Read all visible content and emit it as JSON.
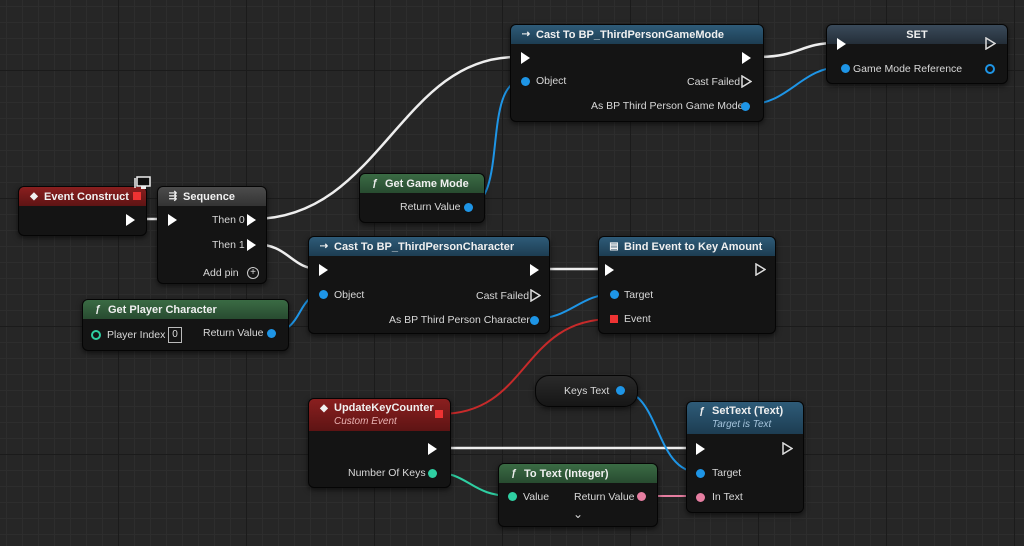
{
  "nodes": {
    "cast_gamemode": {
      "title": "Cast To BP_ThirdPersonGameMode",
      "object": "Object",
      "cast_failed": "Cast Failed",
      "as_pin": "As BP Third Person Game Mode"
    },
    "set": {
      "title": "SET",
      "pin": "Game Mode Reference"
    },
    "get_game_mode": {
      "title": "Get Game Mode",
      "return": "Return Value"
    },
    "event_construct": {
      "title": "Event Construct"
    },
    "sequence": {
      "title": "Sequence",
      "then0": "Then 0",
      "then1": "Then 1",
      "add_pin": "Add pin"
    },
    "cast_character": {
      "title": "Cast To BP_ThirdPersonCharacter",
      "object": "Object",
      "cast_failed": "Cast Failed",
      "as_pin": "As BP Third Person Character"
    },
    "bind_event": {
      "title": "Bind Event to Key Amount",
      "target": "Target",
      "event": "Event"
    },
    "get_player_character": {
      "title": "Get Player Character",
      "player_index": "Player Index",
      "player_index_value": "0",
      "return": "Return Value"
    },
    "keys_text": {
      "label": "Keys Text"
    },
    "update_key_counter": {
      "title": "UpdateKeyCounter",
      "subtitle": "Custom Event",
      "number_of_keys": "Number Of Keys"
    },
    "set_text": {
      "title": "SetText (Text)",
      "subtitle": "Target is Text",
      "target": "Target",
      "in_text": "In Text"
    },
    "to_text": {
      "title": "To Text (Integer)",
      "value": "Value",
      "return": "Return Value"
    }
  },
  "icons": {
    "function": "ƒ",
    "event": "◆",
    "cast": "⇢",
    "sequence": "⇶",
    "bind": "▤",
    "add": "+",
    "expand": "⌄"
  },
  "colors": {
    "exec": "#ffffff",
    "object": "#1e95e6",
    "integer": "#2fcfa2",
    "text": "#e67ea1",
    "delegate": "#e33333"
  }
}
